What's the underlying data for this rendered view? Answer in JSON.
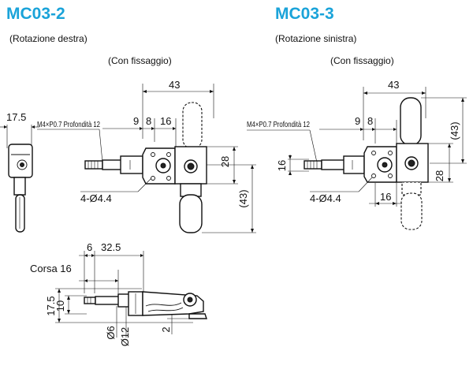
{
  "left": {
    "title": "MC03-2",
    "rotation": "(Rotazione destra)",
    "fixing": "(Con fissaggio)",
    "dims": {
      "d43": "43",
      "d9": "9",
      "d8": "8",
      "d16": "16",
      "d17_5": "17.5",
      "thread": "M4×P0.7 Profondità 12",
      "d28": "28",
      "d43v": "(43)",
      "holes": "4-Ø4.4"
    }
  },
  "right": {
    "title": "MC03-3",
    "rotation": "(Rotazione sinistra)",
    "fixing": "(Con fissaggio)",
    "dims": {
      "d43": "43",
      "d9": "9",
      "d8": "8",
      "thread": "M4×P0.7 Profondità 12",
      "d43v": "(43)",
      "d16v": "16",
      "d28": "28",
      "holes": "4-Ø4.4",
      "d16h": "16"
    }
  },
  "side": {
    "d6": "6",
    "d32_5": "32.5",
    "stroke": "Corsa 16",
    "d17_5": "17.5",
    "d10": "10",
    "dia6": "Ø6",
    "dia12": "Ø12",
    "d2": "2"
  },
  "colors": {
    "title": "#1aa3d9"
  }
}
